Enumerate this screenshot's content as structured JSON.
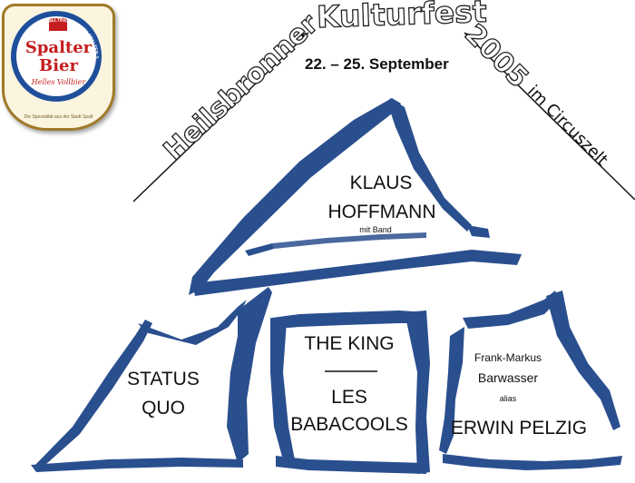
{
  "logo": {
    "brand_line1": "Spalter",
    "brand_line2": "Bier",
    "subline": "Helles Vollbier",
    "ring_text": "GEBRAUT MIT DEM WELTBERÜHMTEN SPALTER SIEBHOPFEN",
    "footer": "Die Spezialität aus der Stadt Spalt"
  },
  "header": {
    "left_slogan": "Heilsbronner",
    "center_title": "Kulturfest",
    "right_year": "2005",
    "right_venue": "im Circuszelt",
    "dates": "22. – 25. September"
  },
  "acts": {
    "top_line1": "KLAUS",
    "top_line2": "HOFFMANN",
    "top_sub": "mit Band",
    "left_line1": "STATUS",
    "left_line2": "QUO",
    "middle_line1": "THE KING",
    "middle_line2": "LES",
    "middle_line3": "BABACOOLS",
    "right_line1": "Frank-Markus",
    "right_line2": "Barwasser",
    "right_line3": "alias",
    "right_line4": "ERWIN PELZIG"
  },
  "colors": {
    "brush": "#2a4f8e",
    "line": "#111111",
    "logo_blue": "#1f4f9a",
    "logo_red": "#c41e1e"
  }
}
